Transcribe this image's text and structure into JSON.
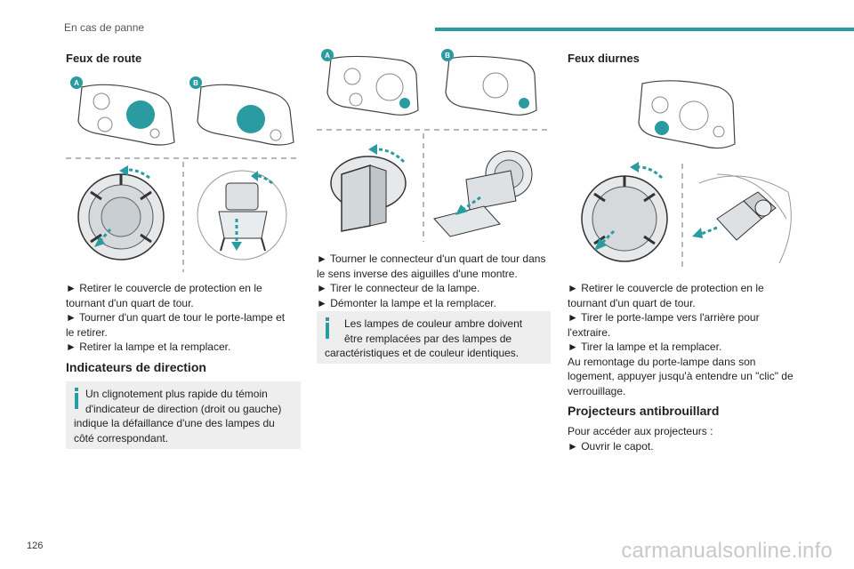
{
  "header": {
    "section": "En cas de panne",
    "accent": "#2a9ba1"
  },
  "page_number": "126",
  "watermark": "carmanualsonline.info",
  "colors": {
    "teal": "#2a9ba1",
    "note_bg": "#eeeeee",
    "dash": "#9aa3a8"
  },
  "col1": {
    "title": "Feux de route",
    "labels": {
      "a": "A",
      "b": "B"
    },
    "steps": [
      "► Retirer le couvercle de protection en le",
      "tournant d'un quart de tour.",
      "► Tourner d'un quart de tour le porte-lampe et",
      "le retirer.",
      "► Retirer la lampe et la remplacer."
    ],
    "subtitle": "Indicateurs de direction",
    "note": [
      "Un clignotement plus rapide du témoin",
      "d'indicateur de direction (droit ou gauche)",
      "indique la défaillance d'une des lampes du",
      "côté correspondant."
    ]
  },
  "col2": {
    "labels": {
      "a": "A",
      "b": "B"
    },
    "steps": [
      "► Tourner le connecteur d'un quart de tour dans",
      "le sens inverse des aiguilles d'une montre.",
      "► Tirer le connecteur de la lampe.",
      "► Démonter la lampe et la remplacer."
    ],
    "note": [
      "Les lampes de couleur ambre doivent",
      "être remplacées par des lampes de",
      "caractéristiques et de couleur identiques."
    ]
  },
  "col3": {
    "title": "Feux diurnes",
    "steps": [
      "► Retirer le couvercle de protection en le",
      "tournant d'un quart de tour.",
      "► Tirer le porte-lampe vers l'arrière pour",
      "l'extraire.",
      "► Tirer la lampe et la remplacer.",
      "Au remontage du porte-lampe dans son",
      "logement, appuyer jusqu'à entendre un \"clic\" de",
      "verrouillage."
    ],
    "subtitle": "Projecteurs antibrouillard",
    "fog_steps": [
      "Pour accéder aux projecteurs :",
      "► Ouvrir le capot."
    ]
  }
}
